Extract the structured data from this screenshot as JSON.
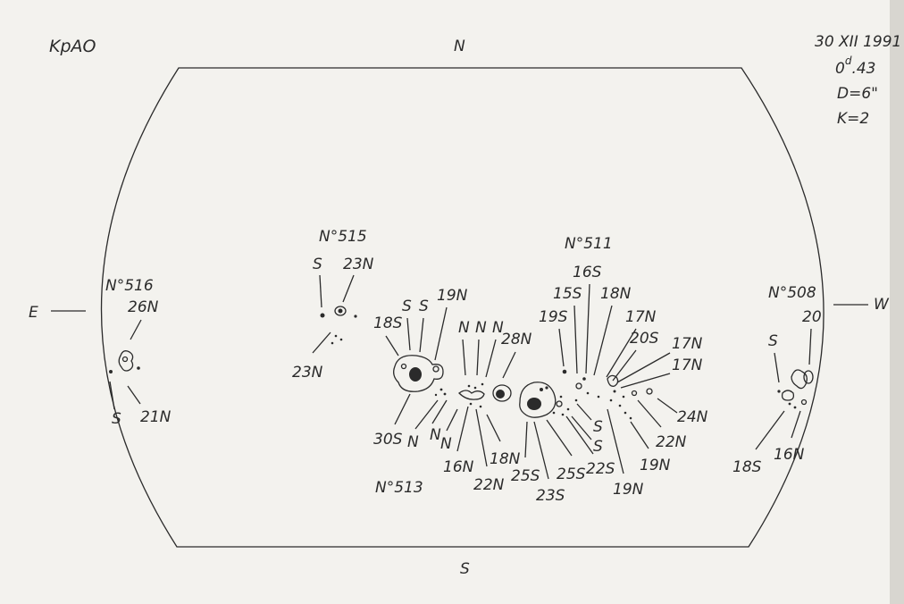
{
  "header": {
    "observatory": "KpAO",
    "date": "30 XII 1991",
    "time_prefix": "0",
    "time_sup": "d",
    "time_value": ".43",
    "diameter": "D=6\"",
    "coefficient": "K=2"
  },
  "directions": {
    "north": "N",
    "south": "S",
    "east": "E",
    "west": "W"
  },
  "groups": {
    "g516": {
      "name": "N°516",
      "labels": {
        "a": "26N",
        "b": "S",
        "c": "21N"
      }
    },
    "g515": {
      "name": "N°515",
      "labels": {
        "a": "S",
        "b": "23N",
        "c": "23N"
      }
    },
    "g513": {
      "name": "N°513",
      "labels": {
        "a": "18S",
        "b": "S",
        "c": "S",
        "d": "19N",
        "e": "30S",
        "f": "N",
        "g": "N",
        "h": "N",
        "i": "16N",
        "j": "22N",
        "k": "N",
        "l": "N",
        "m": "N"
      }
    },
    "g511": {
      "name": "N°511",
      "labels": {
        "a": "16S",
        "b": "15S",
        "c": "18N",
        "d": "19S",
        "e": "28N",
        "f": "17N",
        "g": "20S",
        "h": "17N",
        "i": "17N",
        "j": "18N",
        "k": "25S",
        "l": "23S",
        "m": "25S",
        "n": "22S",
        "o": "S",
        "p": "S",
        "q": "19N",
        "r": "19N",
        "s": "22N",
        "t": "24N"
      }
    },
    "g508": {
      "name": "N°508",
      "labels": {
        "a": "20",
        "b": "S",
        "c": "18S",
        "d": "16N"
      }
    }
  }
}
